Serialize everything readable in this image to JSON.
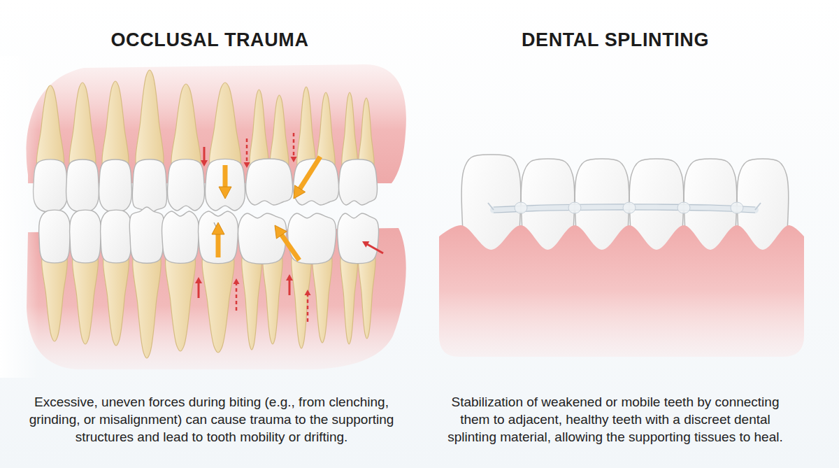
{
  "diagram": {
    "labels": [
      "OCCLUSAL TRAUMA",
      "Excessive, uneven forces during biting (e.g., from clenching, grinding, or misalignment) can cause trauma to the supporting structures and lead to tooth mobility or drifting.",
      "DENTAL SPLINTING",
      "Stabilization of weakened or mobile teeth by connecting them to adjacent, healthy teeth with a discreet dental splinting material, allowing the supporting tissues to heal."
    ]
  }
}
